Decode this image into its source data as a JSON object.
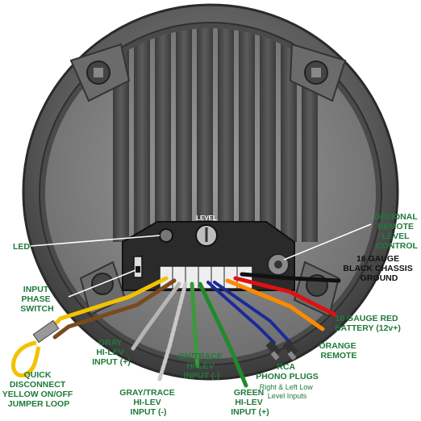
{
  "panel_label": "LEVEL",
  "callouts": {
    "led": [
      "LED"
    ],
    "input_phase_switch": [
      "INPUT",
      "PHASE",
      "SWITCH"
    ],
    "quick_disconnect": [
      "QUICK",
      "DISCONNECT",
      "YELLOW ON/OFF",
      "JUMPER LOOP"
    ],
    "gray_hi_lev_plus": [
      "GRAY",
      "HI-LEV",
      "INPUT (+)"
    ],
    "gray_trace_hi_lev_minus": [
      "GRAY/TRACE",
      "HI-LEV",
      "INPUT (-)"
    ],
    "gn_trace_hi_lev_minus": [
      "GN/TRACE",
      "HI-LEV",
      "INPUT (-)"
    ],
    "green_hi_lev_plus": [
      "GREEN",
      "HI-LEV",
      "INPUT (+)"
    ],
    "rca_phono": [
      "RCA",
      "PHONO PLUGS"
    ],
    "rca_sub": [
      "Right & Left Low",
      "Level Inputs"
    ],
    "orange_remote": [
      "ORANGE",
      "REMOTE"
    ],
    "red_battery": [
      "16 GAUGE RED",
      "BATTERY (12v+)"
    ],
    "black_ground": [
      "16 GAUGE",
      "BLACK CHASSIS",
      "GROUND"
    ],
    "optional_remote": [
      "OPTIONAL",
      "REMOTE",
      "LEVEL",
      "CONTROL"
    ]
  },
  "colors": {
    "label_green": "#1f7a3a",
    "housing": "#5a5a5a",
    "wire_yellow": "#f2c200",
    "wire_brown": "#7a4a1e",
    "wire_gray": "#b5b5b5",
    "wire_green": "#1f8a2a",
    "wire_blue": "#1a2a9a",
    "wire_orange": "#ff8a00",
    "wire_red": "#e01010",
    "wire_black": "#111111"
  }
}
